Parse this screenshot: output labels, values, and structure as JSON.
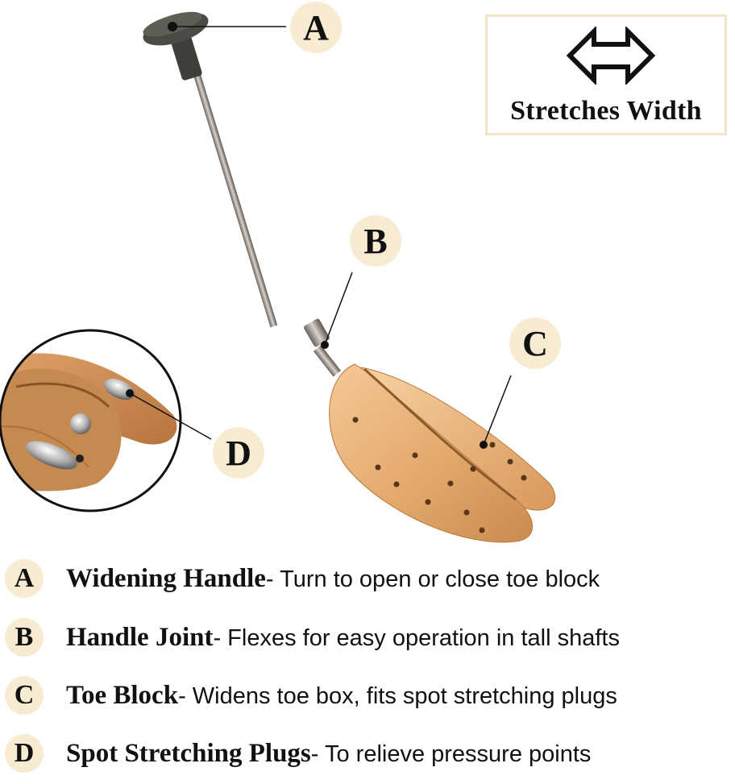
{
  "callouts": {
    "a": "A",
    "b": "B",
    "c": "C",
    "d": "D"
  },
  "width_box": {
    "icon": "double-arrow-horizontal-icon",
    "label": "Stretches Width"
  },
  "legend": [
    {
      "letter": "A",
      "term": "Widening Handle",
      "description": "- Turn to open or close toe block"
    },
    {
      "letter": "B",
      "term": "Handle Joint",
      "description": "- Flexes for easy operation in tall shafts"
    },
    {
      "letter": "C",
      "term": "Toe Block",
      "description": "- Widens toe box, fits spot stretching plugs"
    },
    {
      "letter": "D",
      "term": "Spot Stretching Plugs",
      "description": "- To relieve pressure points"
    }
  ],
  "colors": {
    "badge_bg": "#f7ecd2",
    "wood": "#e6b27a",
    "frame_border": "#f2e4c4"
  }
}
